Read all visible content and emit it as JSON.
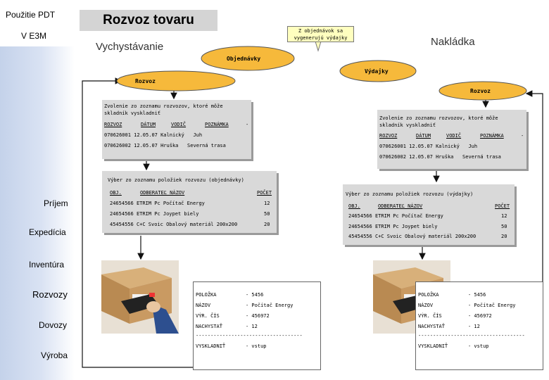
{
  "sidebar": {
    "title": "Použitie PDT",
    "subtitle": "V E3M",
    "nav": [
      "Príjem",
      "Expedícia",
      "Inventúra",
      "Rozvozy",
      "Dovozy",
      "Výroba"
    ]
  },
  "header": {
    "title": "Rozvoz tovaru"
  },
  "flow": {
    "picking": "Vychystávanie",
    "loading": "Nakládka",
    "callout": "Z objednávok sa vygenerujú výdajky",
    "orders": "Objednávky",
    "issues": "Výdajky",
    "delivery_left": "Rozvoz",
    "delivery_right": "Rozvoz"
  },
  "left_routes": {
    "intro": [
      "Zvolenie zo zoznamu rozvozov, ktoré môže",
      "skladník vyskladniť"
    ],
    "headers": [
      "ROZVOZ",
      "DÁTUM",
      "VODIČ",
      "POZNÁMKA"
    ],
    "dash": "-",
    "rows": [
      [
        "070626001",
        "12.05.07",
        "Kalnický",
        "Juh"
      ],
      [
        "070626002",
        "12.05.07",
        "Hruška",
        "Severná trasa"
      ]
    ]
  },
  "right_routes": {
    "intro": [
      "Zvolenie zo zoznamu rozvozov, ktoré môže",
      "skladník vyskladniť"
    ],
    "headers": [
      "ROZVOZ",
      "DÁTUM",
      "VODIČ",
      "POZNÁMKA"
    ],
    "dash": "-",
    "rows": [
      [
        "070626001",
        "12.05.07",
        "Kalnický",
        "Juh"
      ],
      [
        "070626002",
        "12.05.07",
        "Hruška",
        "Severná trasa"
      ]
    ]
  },
  "left_items": {
    "intro": "Výber zo zoznamu položiek rozvozu (objednávky)",
    "headers": [
      "OBJ.",
      "ODBERATEĽ NÁZOV",
      "POČET"
    ],
    "rows": [
      [
        "24654566",
        "ETRIM",
        "Pc Počítač Energy",
        "12"
      ],
      [
        "24654566",
        "ETRIM",
        "Pc Joypet biely",
        "50"
      ],
      [
        "45454556",
        "C+C Svoic",
        "Obalový materiál 200x200",
        "20"
      ]
    ]
  },
  "right_items": {
    "intro": "Výber zo zoznamu položiek rozvozu (výdajky)",
    "headers": [
      "OBJ.",
      "ODBERATEĽ NÁZOV",
      "POČET"
    ],
    "rows": [
      [
        "24654566",
        "ETRIM",
        "Pc Počítač Energy",
        "12"
      ],
      [
        "24654566",
        "ETRIM",
        "Pc Joypet biely",
        "50"
      ],
      [
        "45454556",
        "C+C Svoic",
        "Obalový materiál 200x200",
        "20"
      ]
    ]
  },
  "left_form": {
    "rows": [
      [
        "POLOŽKA",
        "- 5456"
      ],
      [
        "NÁZOV",
        "- Počítač Energy"
      ],
      [
        "VÝR. ČÍS",
        "- 456972"
      ],
      [
        "NACHYSTAŤ",
        "- 12"
      ]
    ],
    "separator": "------------------------------------",
    "final_label": "VYSKLADNIŤ",
    "final_value": "- vstup"
  },
  "right_form": {
    "rows": [
      [
        "POLOŽKA",
        "- 5456"
      ],
      [
        "NÁZOV",
        "- Počítač Energy"
      ],
      [
        "VÝR. ČÍS",
        "- 456972"
      ],
      [
        "NACHYSTAŤ",
        "- 12"
      ]
    ],
    "separator": "------------------------------------",
    "final_label": "VYSKLADNIŤ",
    "final_value": "- vstup"
  },
  "colors": {
    "ellipse": "#f6b93b",
    "panel": "#d9d9d9",
    "callout": "#ffffbf",
    "sidebar": "#c4d2ea"
  }
}
